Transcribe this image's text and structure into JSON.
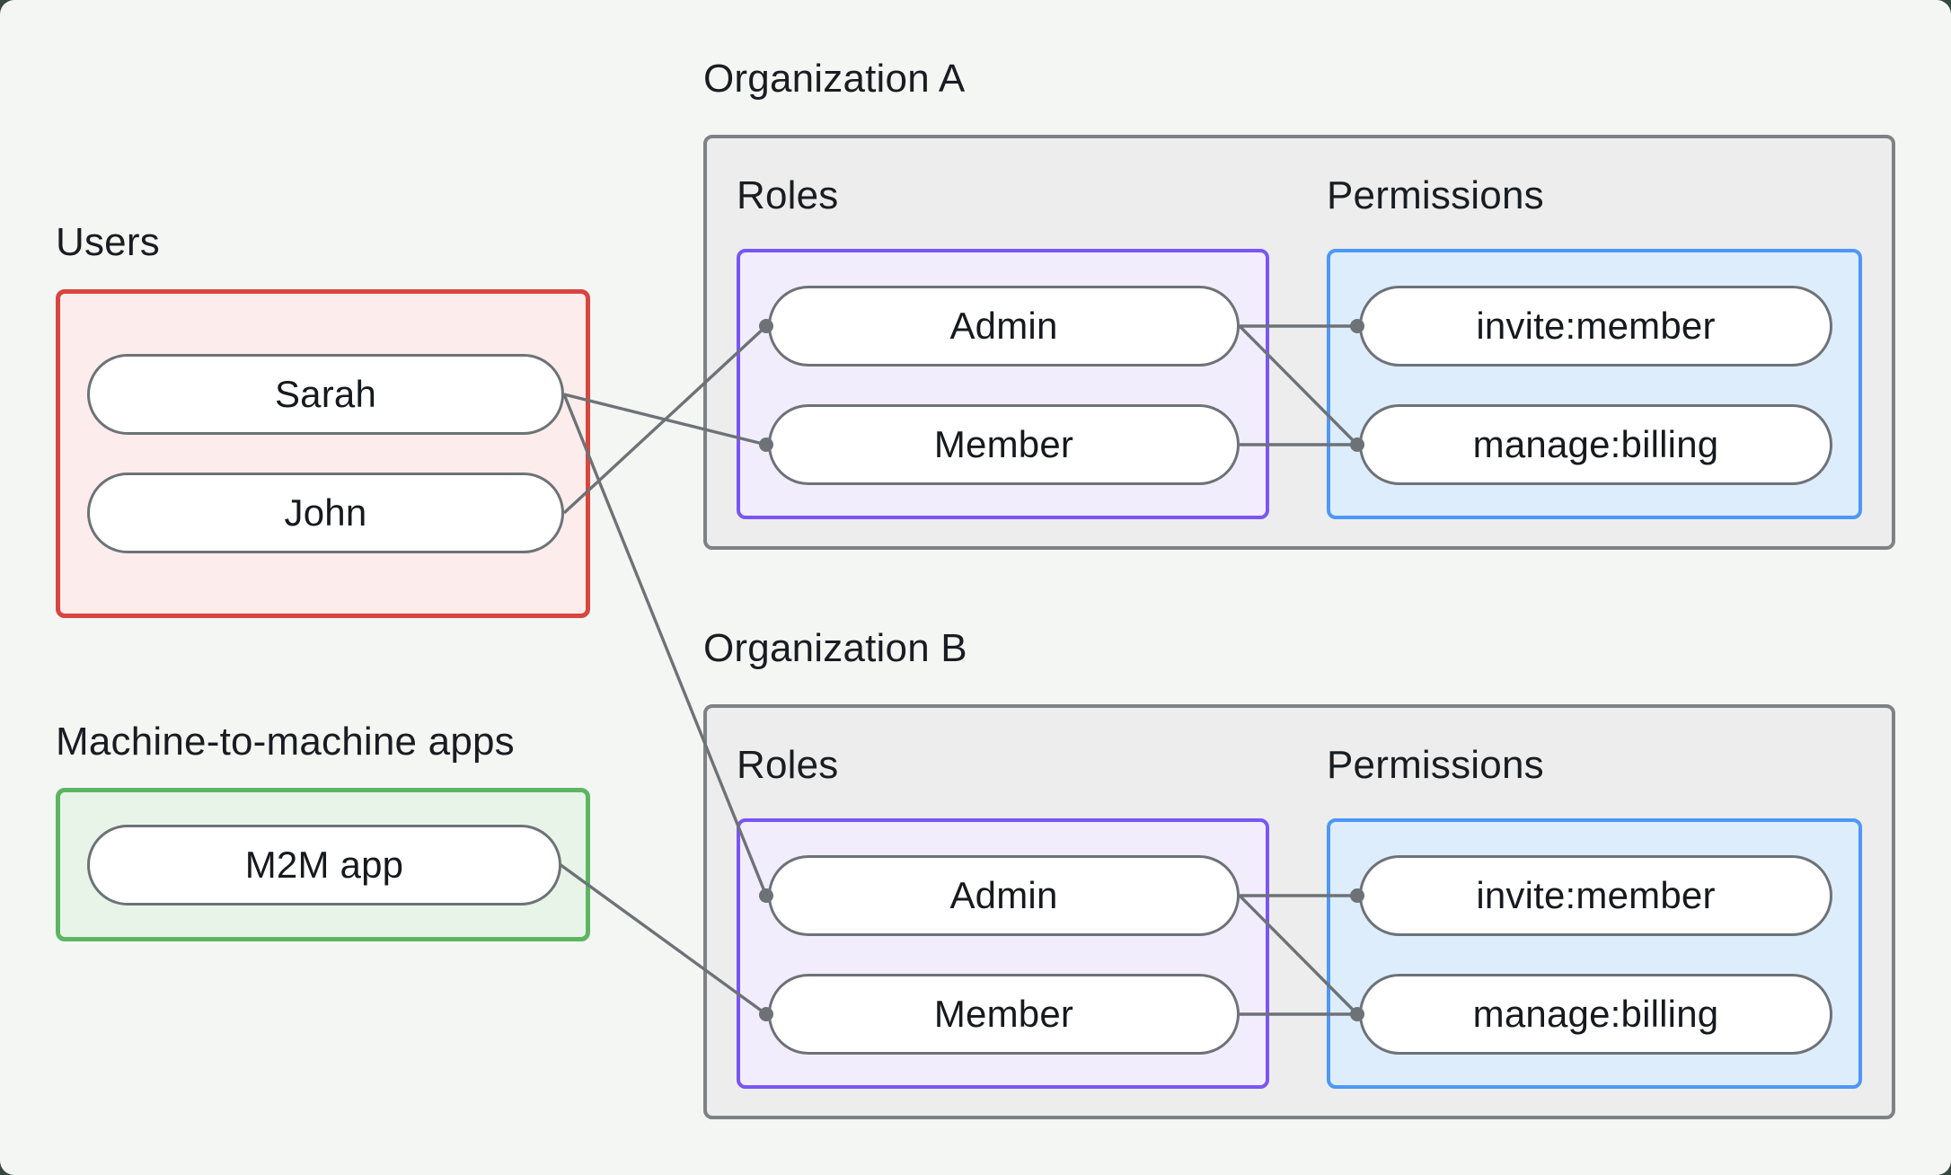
{
  "diagram": {
    "background": "#f4f6f4",
    "backdrop": "#35493e",
    "connector_color": "#6d7277",
    "text_color": "#191d21"
  },
  "users": {
    "label": "Users",
    "accent": "#d9453f",
    "fill": "#fcedec",
    "items": [
      {
        "label": "Sarah"
      },
      {
        "label": "John"
      }
    ]
  },
  "m2m": {
    "label": "Machine-to-machine apps",
    "accent": "#5cb661",
    "fill": "#e9f4e9",
    "items": [
      {
        "label": "M2M app"
      }
    ]
  },
  "org_a": {
    "title": "Organization A",
    "roles_label": "Roles",
    "permissions_label": "Permissions",
    "roles_accent": "#7a55f5",
    "roles_fill": "#f2edfc",
    "permissions_accent": "#4d97f7",
    "permissions_fill": "#ddedfc",
    "roles": [
      {
        "label": "Admin"
      },
      {
        "label": "Member"
      }
    ],
    "permissions": [
      {
        "label": "invite:member"
      },
      {
        "label": "manage:billing"
      }
    ]
  },
  "org_b": {
    "title": "Organization B",
    "roles_label": "Roles",
    "permissions_label": "Permissions",
    "roles_accent": "#7a55f5",
    "roles_fill": "#f2edfc",
    "permissions_accent": "#4d97f7",
    "permissions_fill": "#ddedfc",
    "roles": [
      {
        "label": "Admin"
      },
      {
        "label": "Member"
      }
    ],
    "permissions": [
      {
        "label": "invite:member"
      },
      {
        "label": "manage:billing"
      }
    ]
  },
  "edges": [
    {
      "from": "John",
      "to": "Organization A / Admin"
    },
    {
      "from": "Sarah",
      "to": "Organization A / Member"
    },
    {
      "from": "Sarah",
      "to": "Organization B / Admin"
    },
    {
      "from": "M2M app",
      "to": "Organization B / Member"
    },
    {
      "from": "Organization A / Admin",
      "to": "Organization A / invite:member"
    },
    {
      "from": "Organization A / Admin",
      "to": "Organization A / manage:billing"
    },
    {
      "from": "Organization A / Member",
      "to": "Organization A / manage:billing"
    },
    {
      "from": "Organization B / Admin",
      "to": "Organization B / invite:member"
    },
    {
      "from": "Organization B / Admin",
      "to": "Organization B / manage:billing"
    },
    {
      "from": "Organization B / Member",
      "to": "Organization B / manage:billing"
    }
  ]
}
